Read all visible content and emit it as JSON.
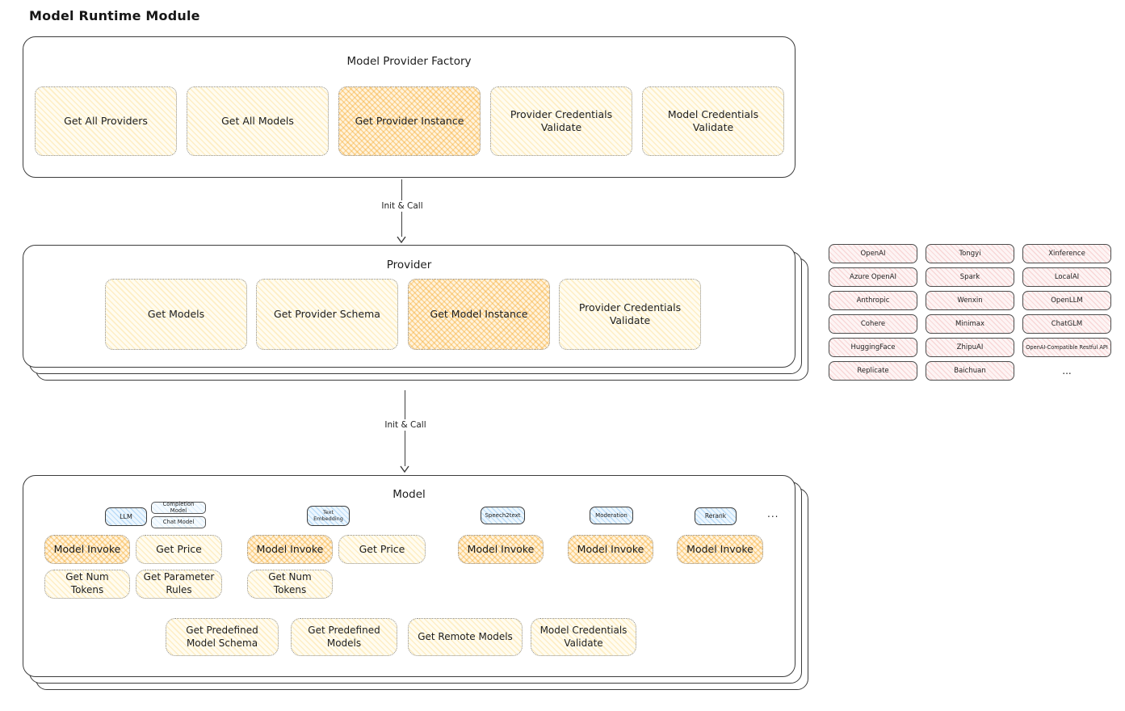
{
  "title": "Model Runtime Module",
  "colors": {
    "highlight_fill": "#f6aa2d",
    "node_fill": "#fff9db",
    "tab_fill": "#d8ecfb",
    "provider_chip_fill": "#fbeaea",
    "stroke": "#3c3c3c"
  },
  "factory": {
    "title": "Model Provider Factory",
    "buttons": [
      {
        "label": "Get All Providers",
        "highlight": false
      },
      {
        "label": "Get All Models",
        "highlight": false
      },
      {
        "label": "Get Provider Instance",
        "highlight": true
      },
      {
        "label": "Provider Credentials Validate",
        "highlight": false
      },
      {
        "label": "Model Credentials Validate",
        "highlight": false
      }
    ]
  },
  "arrows": {
    "init_call_1": "Init & Call",
    "init_call_2": "Init & Call"
  },
  "provider": {
    "title": "Provider",
    "buttons": [
      {
        "label": "Get Models",
        "highlight": false
      },
      {
        "label": "Get Provider Schema",
        "highlight": false
      },
      {
        "label": "Get Model Instance",
        "highlight": true
      },
      {
        "label": "Provider Credentials Validate",
        "highlight": false
      }
    ]
  },
  "provider_catalog": {
    "items": [
      "OpenAI",
      "Tongyi",
      "Xinference",
      "Azure OpenAI",
      "Spark",
      "LocalAI",
      "Anthropic",
      "Wenxin",
      "OpenLLM",
      "Cohere",
      "Minimax",
      "ChatGLM",
      "HuggingFace",
      "ZhipuAI",
      "OpenAI-Compatible Restful API",
      "Replicate",
      "Baichuan"
    ],
    "more": "..."
  },
  "model": {
    "title": "Model",
    "tabs": [
      {
        "label": "LLM"
      },
      {
        "label": "Completion Model"
      },
      {
        "label": "Chat Model"
      },
      {
        "label": "Text Embedding"
      },
      {
        "label": "Speech2text"
      },
      {
        "label": "Moderation"
      },
      {
        "label": "Rerank"
      }
    ],
    "more": "...",
    "row1": [
      "Model Invoke",
      "Get Price",
      "Model Invoke",
      "Get Price",
      "Model Invoke",
      "Model Invoke",
      "Model Invoke"
    ],
    "row2": [
      "Get Num Tokens",
      "Get Parameter Rules",
      "Get Num Tokens"
    ],
    "row3": [
      "Get Predefined Model Schema",
      "Get Predefined Models",
      "Get Remote Models",
      "Model Credentials Validate"
    ]
  }
}
